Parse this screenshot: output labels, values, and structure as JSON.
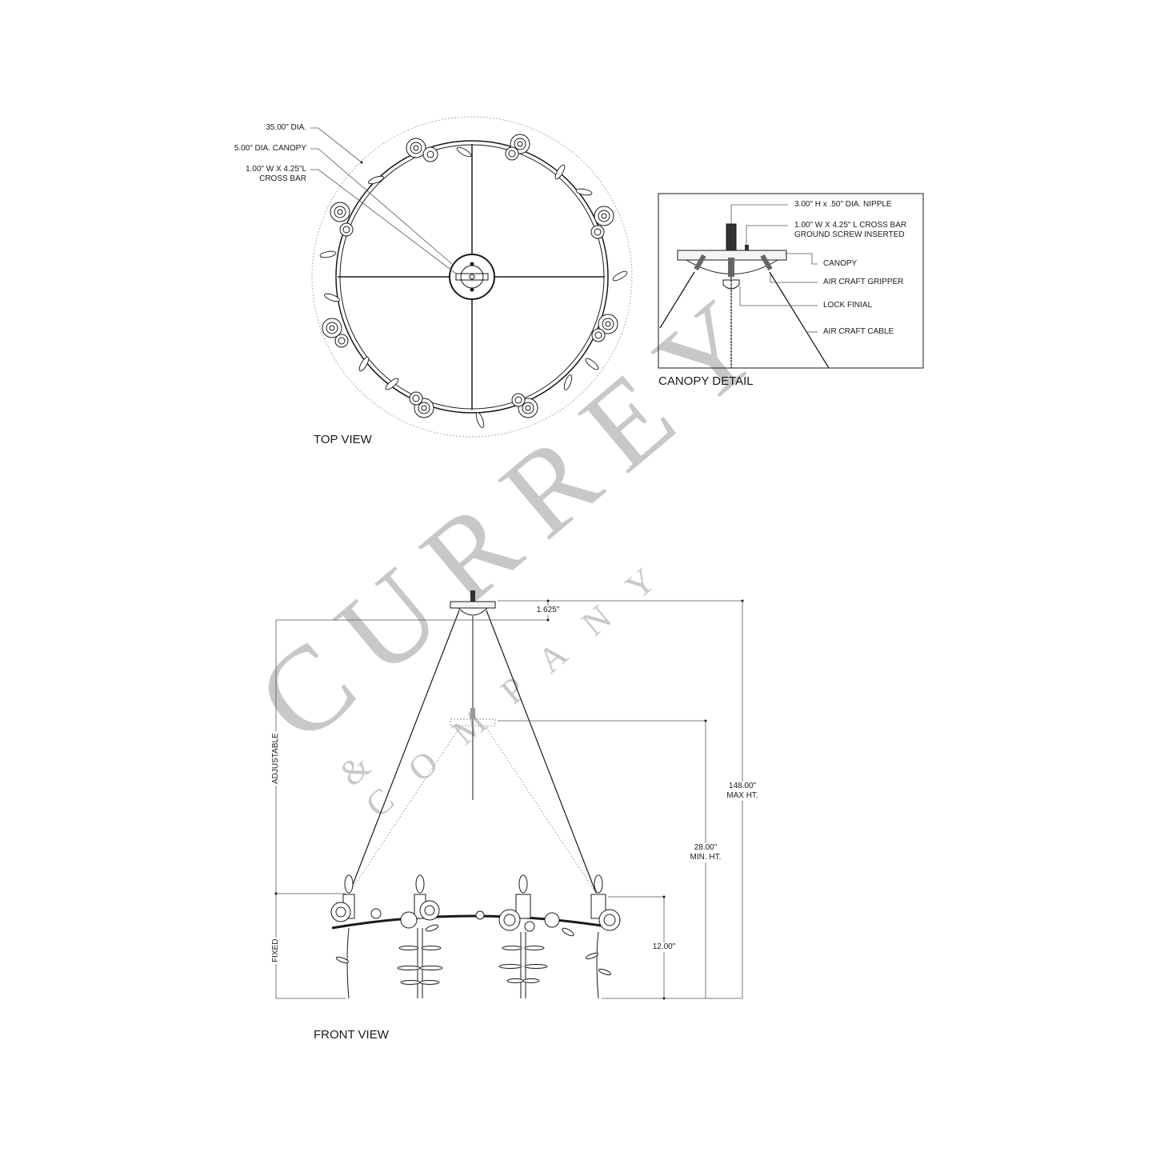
{
  "top_view": {
    "title": "TOP VIEW",
    "callouts": [
      {
        "text": "35.00\" DIA."
      },
      {
        "text": "5.00\" DIA. CANOPY"
      },
      {
        "text_line1": "1.00\" W X 4.25\"L",
        "text_line2": "CROSS BAR"
      }
    ]
  },
  "canopy_detail": {
    "title": "CANOPY DETAIL",
    "callouts": [
      {
        "text": "3.00\" H x .50\" DIA. NIPPLE"
      },
      {
        "text_line1": "1.00\" W X 4.25\" L CROSS BAR",
        "text_line2": "GROUND SCREW INSERTED"
      },
      {
        "text": "CANOPY"
      },
      {
        "text": "AIR CRAFT GRIPPER"
      },
      {
        "text": "LOCK FINIAL"
      },
      {
        "text": "AIR CRAFT CABLE"
      }
    ]
  },
  "front_view": {
    "title": "FRONT VIEW",
    "dimensions": {
      "canopy_drop": "1.625\"",
      "max_height_value": "148.00\"",
      "max_height_label": "MAX HT.",
      "min_height_value": "28.00\"",
      "min_height_label": "MIN. HT.",
      "fixed_height": "12.00\"",
      "adjustable_label": "ADJUSTABLE",
      "fixed_label": "FIXED"
    }
  },
  "watermark": {
    "main": "CURREY",
    "sub": "& COMPANY"
  },
  "colors": {
    "line": "#1a1a1a",
    "dim_line": "#555555",
    "watermark": "#c8c8c8",
    "guide_circle": "#b0b0b0"
  }
}
